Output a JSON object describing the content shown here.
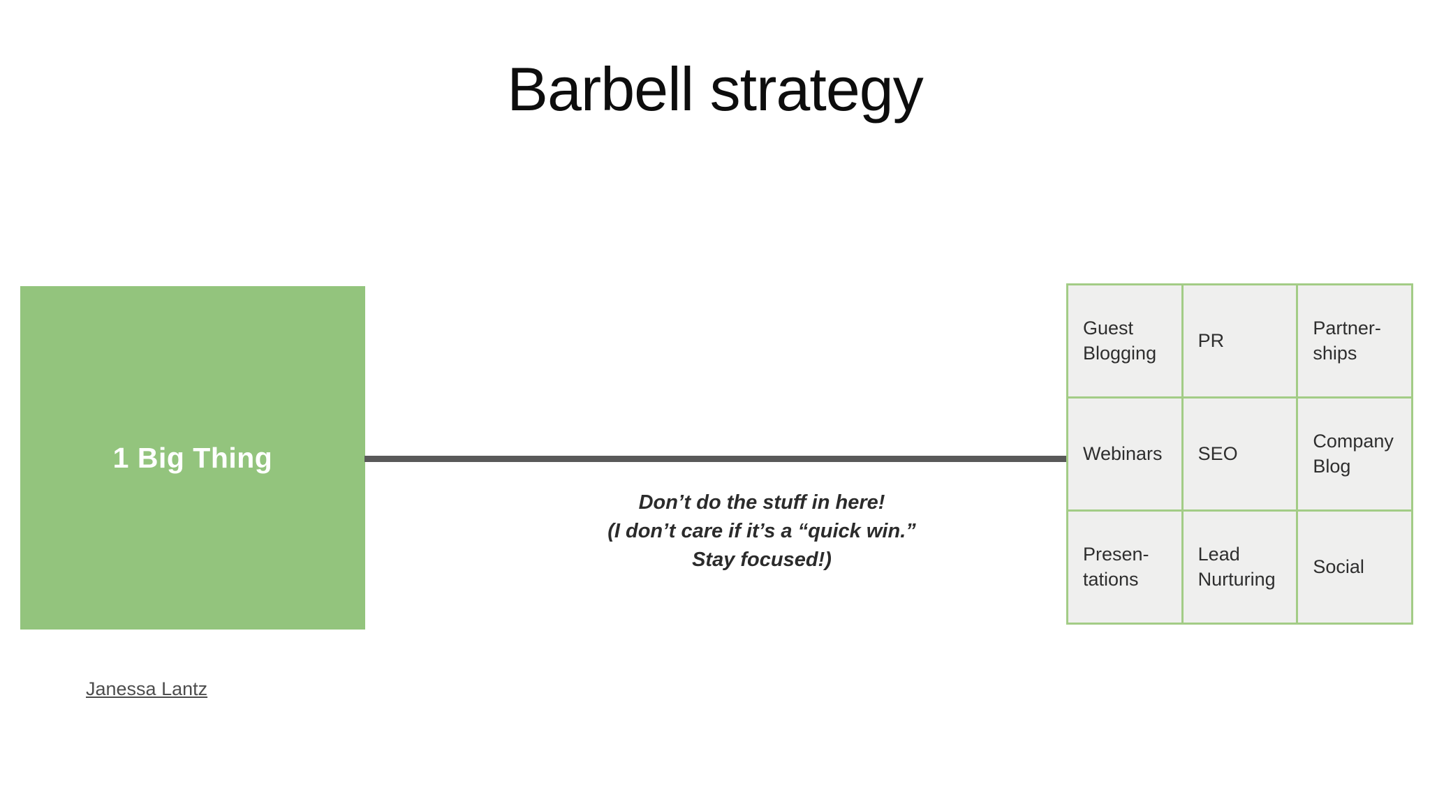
{
  "slide": {
    "title": "Barbell strategy",
    "big_thing": {
      "label": "1 Big Thing",
      "fill_color": "#93c47d",
      "label_color": "#ffffff"
    },
    "barbell": {
      "bar_color": "#595959"
    },
    "annotation": {
      "lines": [
        "Don’t do the stuff in here!",
        "(I don’t care if it’s a “quick win.”",
        "Stay focused!)"
      ]
    },
    "tactics_grid": {
      "border_color": "#a3cc86",
      "cell_background": "#efefee",
      "cells": [
        "Guest\nBlogging",
        "PR",
        "Partner-\nships",
        "Webinars",
        "SEO",
        "Company\nBlog",
        "Presen-\ntations",
        "Lead\nNurturing",
        "Social"
      ]
    },
    "attribution": {
      "label": "Janessa Lantz"
    }
  }
}
